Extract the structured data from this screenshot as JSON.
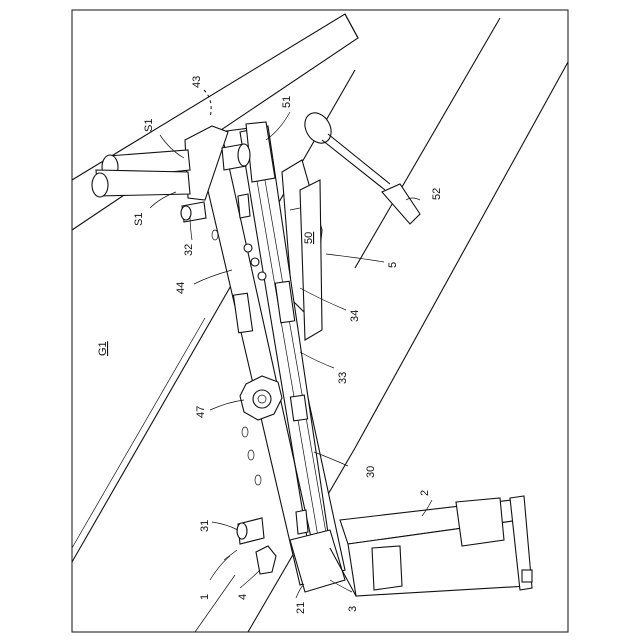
{
  "figure": {
    "labels": {
      "ref_43": "43",
      "ref_S1_top": "S1",
      "ref_S1_bottom": "S1",
      "ref_32": "32",
      "ref_51": "51",
      "ref_52": "52",
      "ref_50": "50",
      "ref_5": "5",
      "ref_44": "44",
      "ref_34": "34",
      "ref_33": "33",
      "ref_G1": "G1",
      "ref_47": "47",
      "ref_30": "30",
      "ref_31": "31",
      "ref_2": "2",
      "ref_1": "1",
      "ref_4": "4",
      "ref_21": "21",
      "ref_3": "3"
    }
  }
}
